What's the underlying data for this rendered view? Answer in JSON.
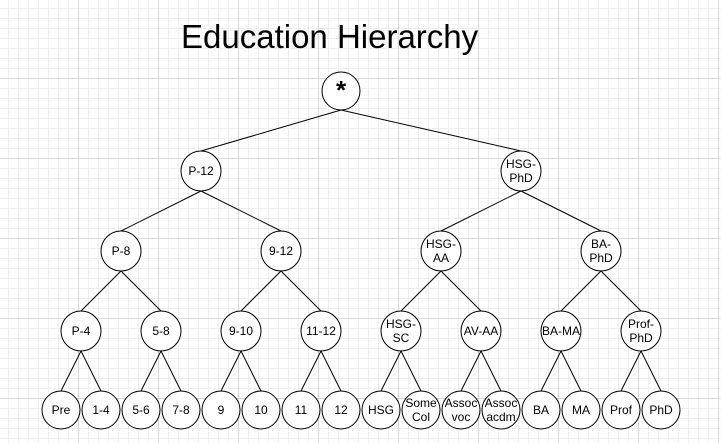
{
  "title": "Education Hierarchy",
  "nodes": {
    "root": [
      "*"
    ],
    "p12": [
      "P-12"
    ],
    "hsgphd": [
      "HSG-",
      "PhD"
    ],
    "p8": [
      "P-8"
    ],
    "g912": [
      "9-12"
    ],
    "hsgaa": [
      "HSG-",
      "AA"
    ],
    "baphd": [
      "BA-",
      "PhD"
    ],
    "p4": [
      "P-4"
    ],
    "g58": [
      "5-8"
    ],
    "g910": [
      "9-10"
    ],
    "g1112": [
      "11-12"
    ],
    "hsgsc": [
      "HSG-",
      "SC"
    ],
    "avaa": [
      "AV-AA"
    ],
    "bama": [
      "BA-MA"
    ],
    "profphd": [
      "Prof-",
      "PhD"
    ],
    "pre": [
      "Pre"
    ],
    "g14": [
      "1-4"
    ],
    "g56": [
      "5-6"
    ],
    "g78": [
      "7-8"
    ],
    "g9": [
      "9"
    ],
    "g10": [
      "10"
    ],
    "g11": [
      "11"
    ],
    "g12": [
      "12"
    ],
    "hsg": [
      "HSG"
    ],
    "somecol": [
      "Some",
      "Col"
    ],
    "assocvoc": [
      "Assoc",
      "voc"
    ],
    "assocacdm": [
      "Assoc",
      "acdm"
    ],
    "ba": [
      "BA"
    ],
    "ma": [
      "MA"
    ],
    "prof": [
      "Prof"
    ],
    "phd": [
      "PhD"
    ]
  },
  "edges": [
    [
      "root",
      "p12"
    ],
    [
      "root",
      "hsgphd"
    ],
    [
      "p12",
      "p8"
    ],
    [
      "p12",
      "g912"
    ],
    [
      "hsgphd",
      "hsgaa"
    ],
    [
      "hsgphd",
      "baphd"
    ],
    [
      "p8",
      "p4"
    ],
    [
      "p8",
      "g58"
    ],
    [
      "g912",
      "g910"
    ],
    [
      "g912",
      "g1112"
    ],
    [
      "hsgaa",
      "hsgsc"
    ],
    [
      "hsgaa",
      "avaa"
    ],
    [
      "baphd",
      "bama"
    ],
    [
      "baphd",
      "profphd"
    ],
    [
      "p4",
      "pre"
    ],
    [
      "p4",
      "g14"
    ],
    [
      "g58",
      "g56"
    ],
    [
      "g58",
      "g78"
    ],
    [
      "g910",
      "g9"
    ],
    [
      "g910",
      "g10"
    ],
    [
      "g1112",
      "g11"
    ],
    [
      "g1112",
      "g12"
    ],
    [
      "hsgsc",
      "hsg"
    ],
    [
      "hsgsc",
      "somecol"
    ],
    [
      "avaa",
      "assocvoc"
    ],
    [
      "avaa",
      "assocacdm"
    ],
    [
      "bama",
      "ba"
    ],
    [
      "bama",
      "ma"
    ],
    [
      "profphd",
      "prof"
    ],
    [
      "profphd",
      "phd"
    ]
  ]
}
